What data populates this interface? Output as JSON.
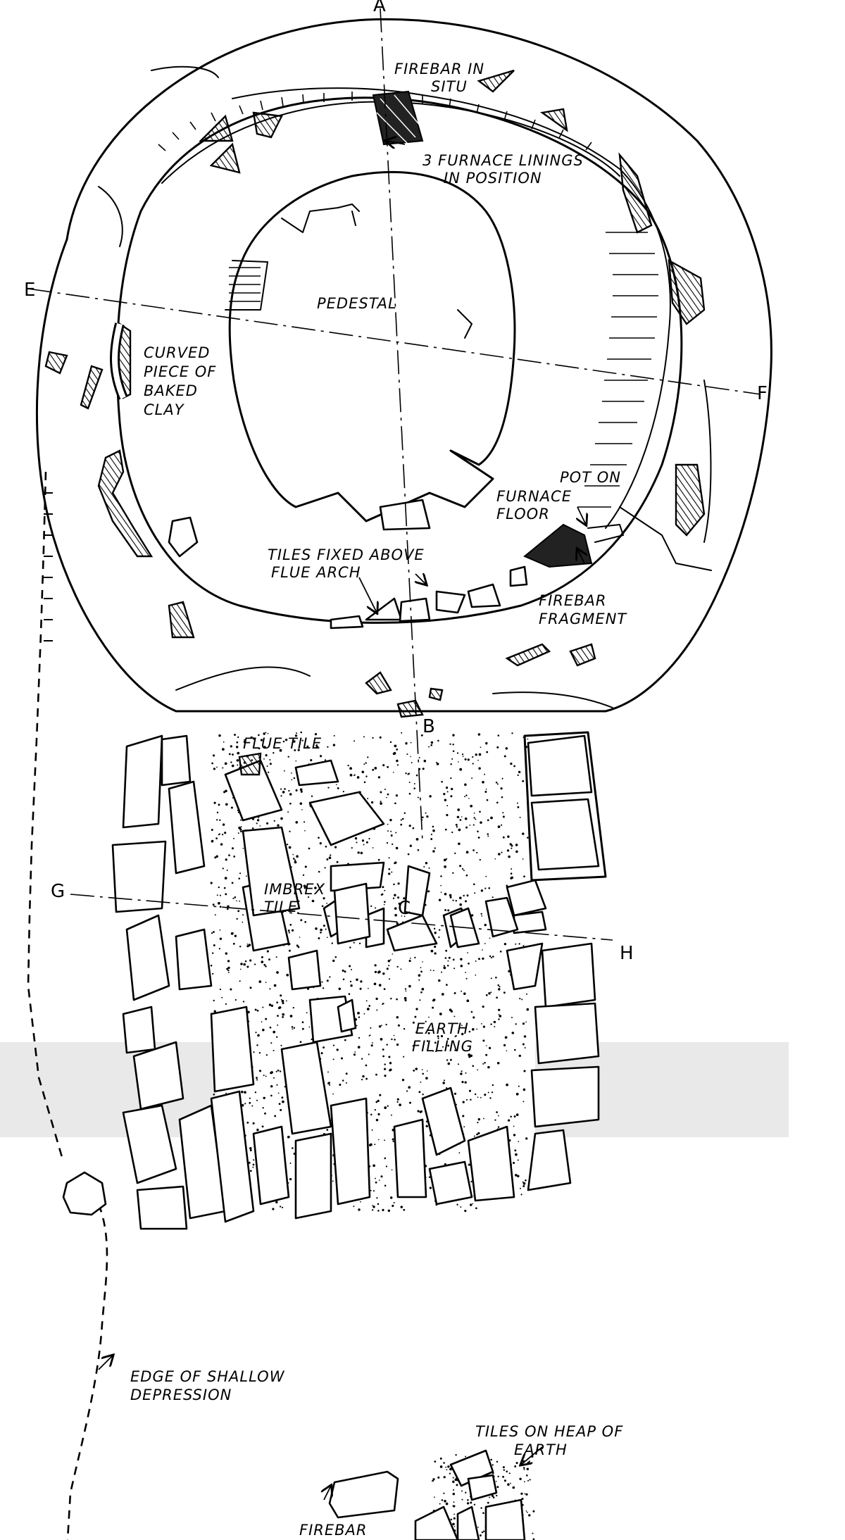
{
  "section_letters": {
    "a": "A",
    "b": "B",
    "c": "C",
    "e": "E",
    "f": "F",
    "g": "G",
    "h": "H"
  },
  "labels": {
    "firebar_in_situ_1": "FIREBAR IN",
    "firebar_in_situ_2": "SITU",
    "furnace_linings_1": "3 FURNACE LININGS",
    "furnace_linings_2": "IN POSITION",
    "pedestal": "PEDESTAL",
    "curved_clay_1": "CURVED",
    "curved_clay_2": "PIECE OF",
    "curved_clay_3": "BAKED",
    "curved_clay_4": "CLAY",
    "pot_on_floor_1": "POT ON",
    "pot_on_floor_2": "FURNACE",
    "pot_on_floor_3": "FLOOR",
    "tiles_fixed_1": "TILES FIXED ABOVE",
    "tiles_fixed_2": "FLUE ARCH",
    "firebar_fragment_1": "FIREBAR",
    "firebar_fragment_2": "FRAGMENT",
    "flue_tile": "FLUE TILE",
    "imbrex_tile_1": "IMBREX",
    "imbrex_tile_2": "TILE",
    "earth_filling_1": "EARTH",
    "earth_filling_2": "FILLING",
    "edge_depression_1": "EDGE OF SHALLOW",
    "edge_depression_2": "DEPRESSION",
    "tiles_on_heap_1": "TILES ON HEAP OF",
    "tiles_on_heap_2": "EARTH",
    "firebar_bottom": "FIREBAR"
  }
}
